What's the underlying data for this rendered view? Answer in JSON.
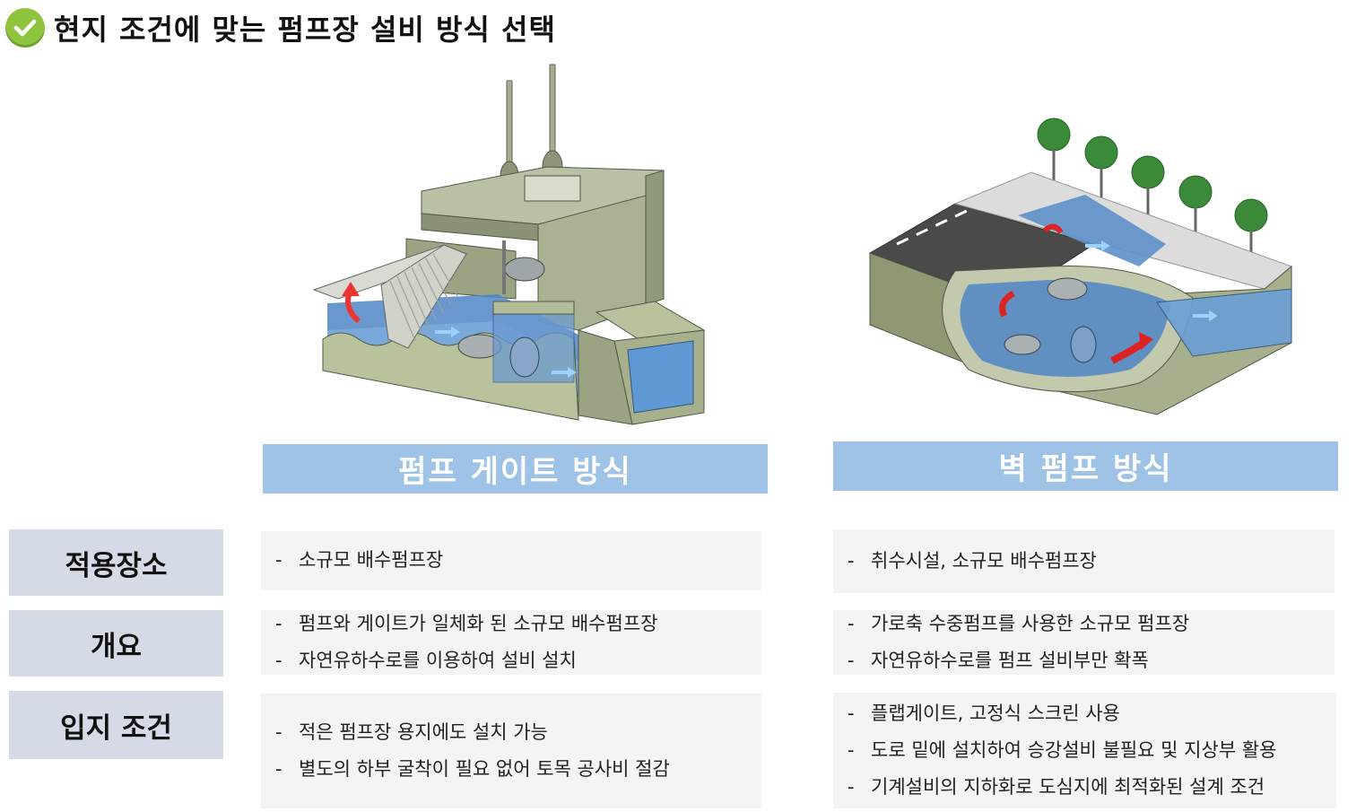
{
  "title": "현지 조건에 맞는 펌프장 설비 방식 선택",
  "columns": [
    {
      "header": "펌프 게이트 방식"
    },
    {
      "header": "벽 펌프 방식"
    }
  ],
  "rows": [
    {
      "label": "적용장소",
      "cells": [
        [
          "소규모 배수펌프장"
        ],
        [
          "취수시설, 소규모 배수펌프장"
        ]
      ]
    },
    {
      "label": "개요",
      "cells": [
        [
          "펌프와 게이트가 일체화 된 소규모 배수펌프장",
          "자연유하수로를 이용하여 설비 설치"
        ],
        [
          "가로축 수중펌프를 사용한 소규모 펌프장",
          "자연유하수로를 펌프 설비부만 확폭"
        ]
      ]
    },
    {
      "label": "입지 조건",
      "cells": [
        [
          "적은 펌프장 용지에도 설치 가능",
          "별도의 하부 굴착이 필요 없어 토목 공사비 절감"
        ],
        [
          "플랩게이트, 고정식 스크린 사용",
          "도로 밑에 설치하여 승강설비 불필요 및 지상부 활용",
          "기계설비의 지하화로 도심지에 최적화된 설계 조건"
        ]
      ]
    }
  ],
  "bullet_dash": "-",
  "colors": {
    "accent_check": "#8fc43f",
    "header_bar": "#9ec3e6",
    "row_label_bg": "#d5dbe6",
    "cell_bg": "#f4f4f4"
  },
  "icons": {
    "title_icon": "check-circle-icon"
  }
}
